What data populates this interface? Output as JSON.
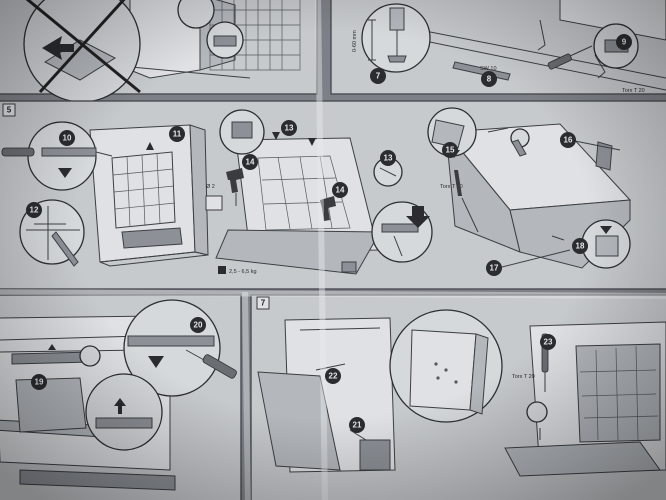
{
  "steps": [
    "5",
    "7"
  ],
  "callouts": {
    "c7": "7",
    "c8": "8",
    "c9": "9",
    "c10": "10",
    "c11": "11",
    "c12": "12",
    "c13a": "13",
    "c13b": "13",
    "c14a": "14",
    "c14b": "14",
    "c15": "15",
    "c16": "16",
    "c17": "17",
    "c18": "18",
    "c19": "19",
    "c20": "20",
    "c21": "21",
    "c22": "22",
    "c23": "23"
  },
  "labels": {
    "height_range": "0-60 mm",
    "sw10": "SW 10",
    "torx_a": "Torx T 20",
    "torx_b": "Torx T 20",
    "torx_c": "Torx T 20",
    "drill_dia": "Ø 2",
    "weight": "2,5 - 6,5 kg"
  },
  "colors": {
    "paper": "#c7cacd",
    "ink": "#3c3f44",
    "badge": "#2a2c30"
  },
  "icons": {
    "arrow": "arrow-icon",
    "screwdriver": "screwdriver-icon",
    "drill": "drill-icon",
    "weight": "weight-icon",
    "cross": "cross-out-icon"
  }
}
